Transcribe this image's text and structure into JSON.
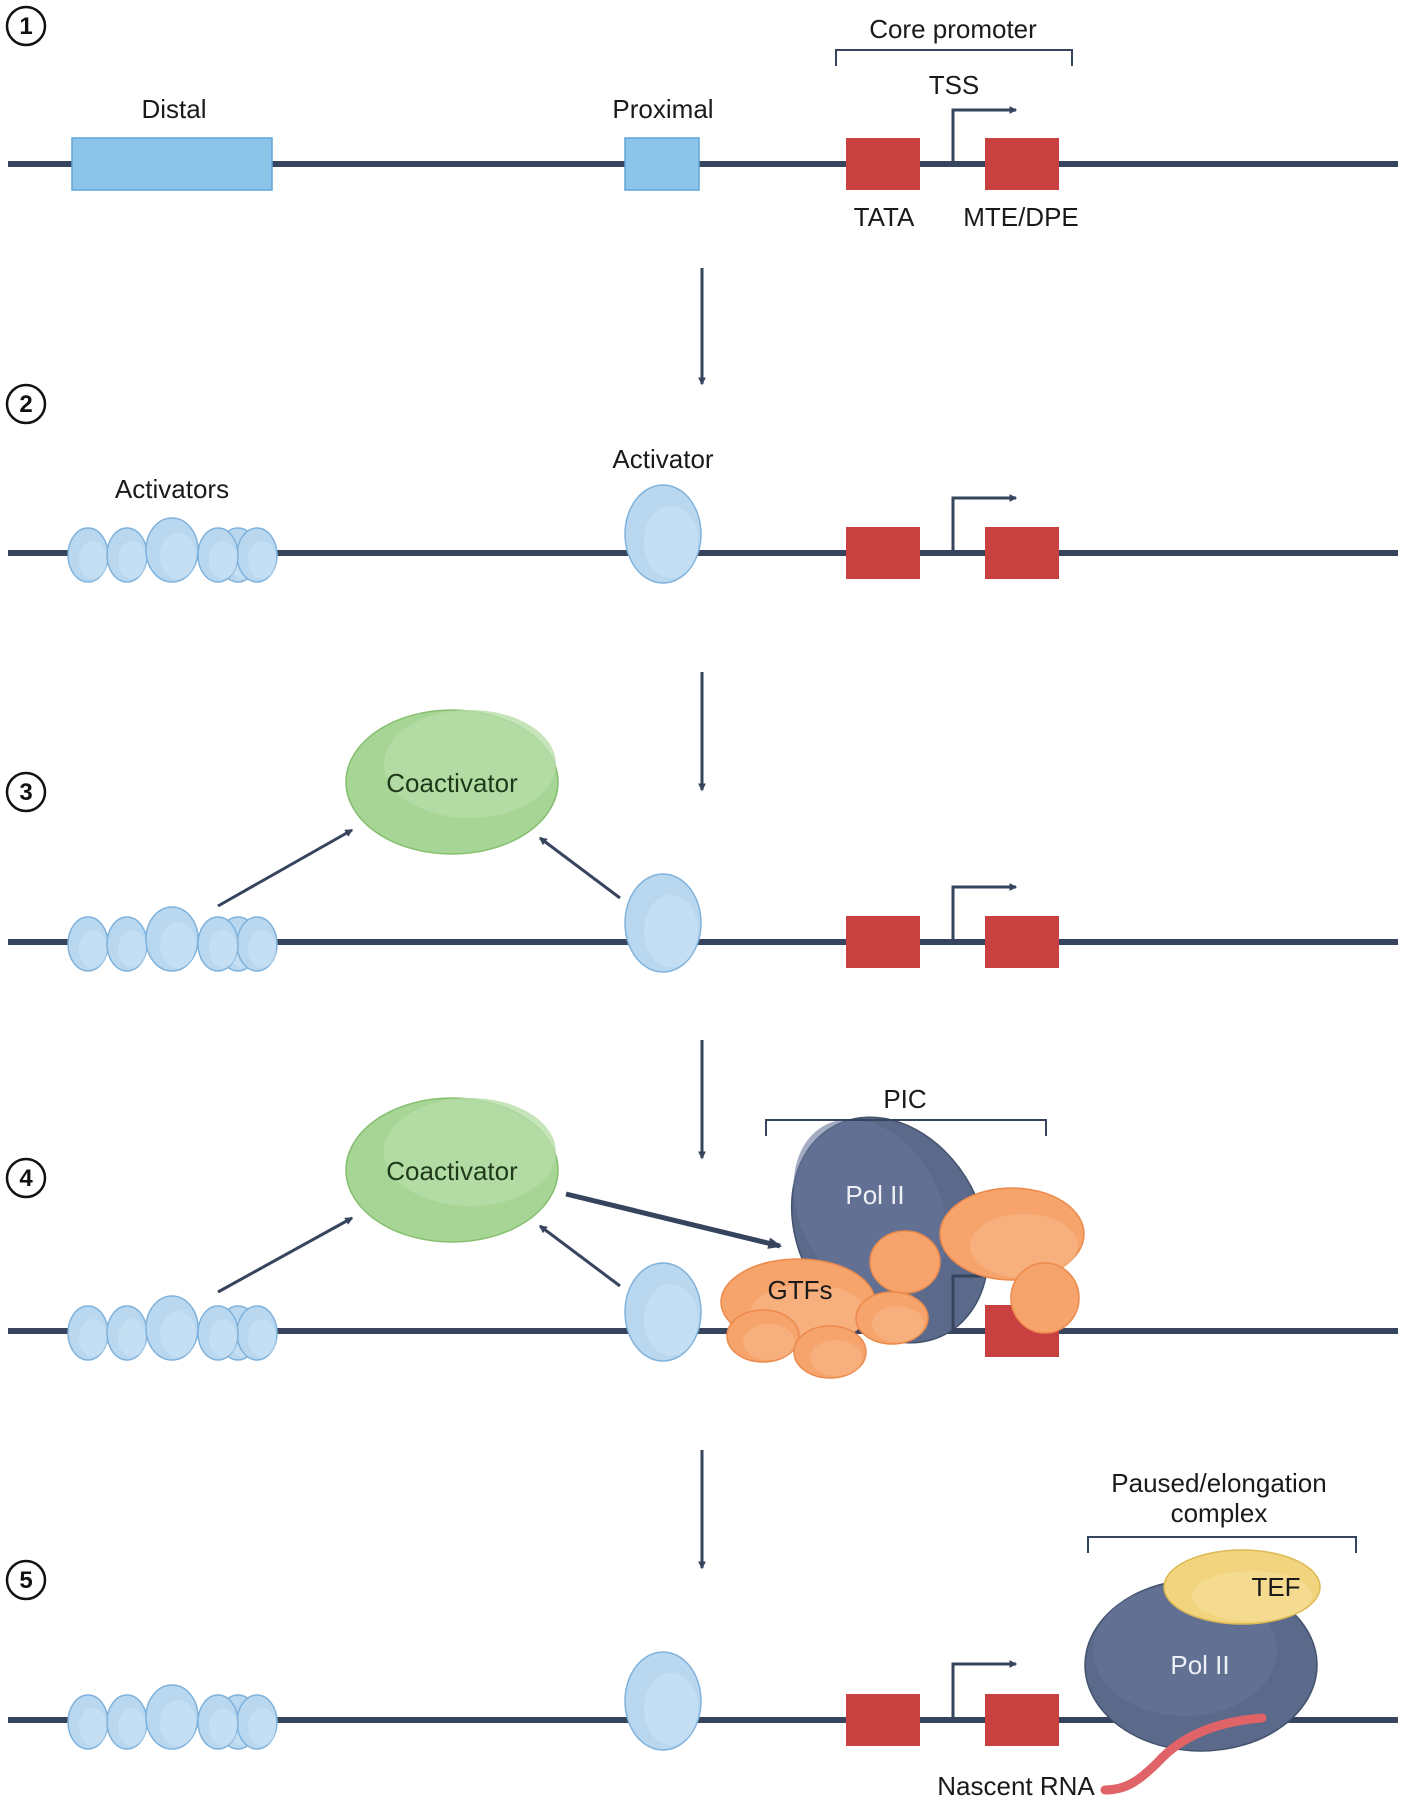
{
  "steps": [
    "1",
    "2",
    "3",
    "4",
    "5"
  ],
  "stage1": {
    "core_promoter": "Core promoter",
    "tss": "TSS",
    "distal": "Distal",
    "proximal": "Proximal",
    "tata": "TATA",
    "mte_dpe": "MTE/DPE"
  },
  "stage2": {
    "activators": "Activators",
    "activator": "Activator"
  },
  "stage3": {
    "coactivator": "Coactivator"
  },
  "stage4": {
    "coactivator": "Coactivator",
    "pic": "PIC",
    "pol2": "Pol II",
    "gtfs": "GTFs"
  },
  "stage5": {
    "paused_line1": "Paused/elongation",
    "paused_line2": "complex",
    "tef": "TEF",
    "pol2": "Pol II",
    "nascent_rna": "Nascent RNA"
  },
  "colors": {
    "dna": "#36445e",
    "enhancer_box": "#8cc4ea",
    "promoter_box": "#c8403f",
    "activator": "#b9d8f0",
    "coactivator": "#a7d596",
    "gtf": "#f6a46b",
    "pol2": "#5b6a8a",
    "tef": "#f2d47e",
    "rna": "#e06367"
  }
}
